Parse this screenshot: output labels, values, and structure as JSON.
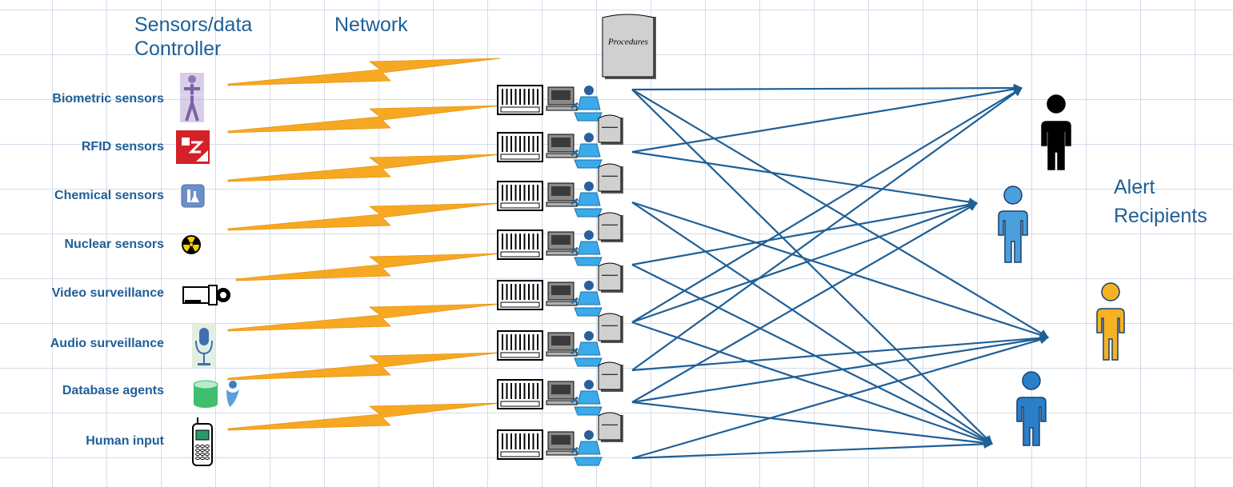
{
  "headers": {
    "sensors": [
      "Sensors/data",
      "Controller"
    ],
    "network": "Network",
    "recipients": [
      "Alert",
      "Recipients"
    ]
  },
  "procedures_label": "Procedures",
  "sources": [
    {
      "label": "Biometric sensors",
      "icon": "biometric-figure-icon"
    },
    {
      "label": "RFID sensors",
      "icon": "rfid-tag-icon"
    },
    {
      "label": "Chemical sensors",
      "icon": "chemical-flask-icon"
    },
    {
      "label": "Nuclear sensors",
      "icon": "radiation-symbol-icon"
    },
    {
      "label": "Video surveillance",
      "icon": "video-camera-icon"
    },
    {
      "label": "Audio surveillance",
      "icon": "microphone-icon"
    },
    {
      "label": "Database agents",
      "icon": "database-cylinder-icon"
    },
    {
      "label": "Human input",
      "icon": "mobile-phone-icon"
    }
  ],
  "recipients": [
    {
      "name": "recipient-black",
      "color": "#000000"
    },
    {
      "name": "recipient-light-blue",
      "color": "#4a9fdc"
    },
    {
      "name": "recipient-yellow",
      "color": "#f5b324"
    },
    {
      "name": "recipient-blue",
      "color": "#2a7fc8"
    }
  ],
  "colors": {
    "text": "#1f5f96",
    "lightning": "#f7a823",
    "arrow": "#1f5f96",
    "grid": "#d4dcea"
  },
  "connections": [
    {
      "from": 0,
      "to": [
        0,
        2,
        3
      ]
    },
    {
      "from": 1,
      "to": [
        0,
        1
      ]
    },
    {
      "from": 2,
      "to": [
        2,
        3
      ]
    },
    {
      "from": 3,
      "to": [
        1,
        3
      ]
    },
    {
      "from": 4,
      "to": [
        0,
        1,
        3
      ]
    },
    {
      "from": 5,
      "to": [
        0,
        2
      ]
    },
    {
      "from": 6,
      "to": [
        1,
        2,
        3
      ]
    },
    {
      "from": 7,
      "to": [
        2,
        3
      ]
    }
  ]
}
